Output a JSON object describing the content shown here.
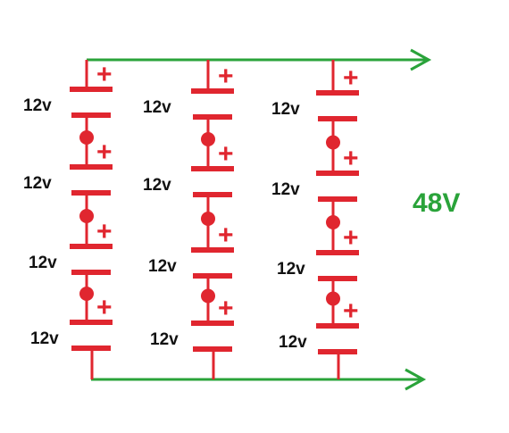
{
  "colors": {
    "battery": "#e0262f",
    "wire": "#2aa33a",
    "label": "#111111",
    "total": "#2aa33a"
  },
  "total_voltage": "48V",
  "polarity_symbol": "+",
  "strings": [
    {
      "cells": [
        "12v",
        "12v",
        "12v",
        "12v"
      ]
    },
    {
      "cells": [
        "12v",
        "12v",
        "12v",
        "12v"
      ]
    },
    {
      "cells": [
        "12v",
        "12v",
        "12v",
        "12v"
      ]
    }
  ]
}
